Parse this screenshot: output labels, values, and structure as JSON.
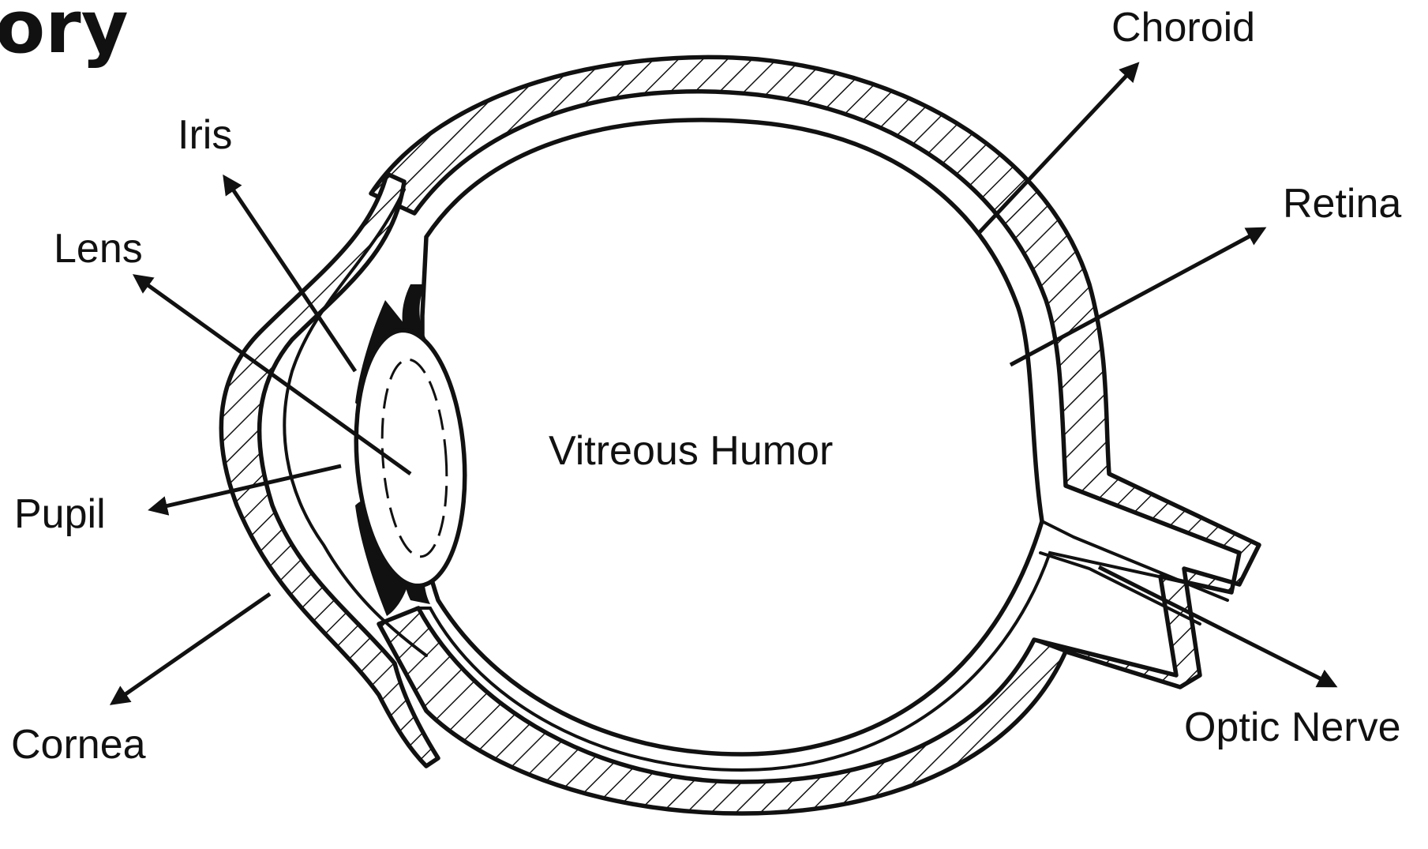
{
  "title_fragment": "ory",
  "labels": {
    "iris": "Iris",
    "lens": "Lens",
    "pupil": "Pupil",
    "cornea": "Cornea",
    "vitreous_humor": "Vitreous Humor",
    "choroid": "Choroid",
    "retina": "Retina",
    "optic_nerve": "Optic Nerve"
  },
  "colors": {
    "ink": "#111111",
    "background": "#ffffff"
  }
}
